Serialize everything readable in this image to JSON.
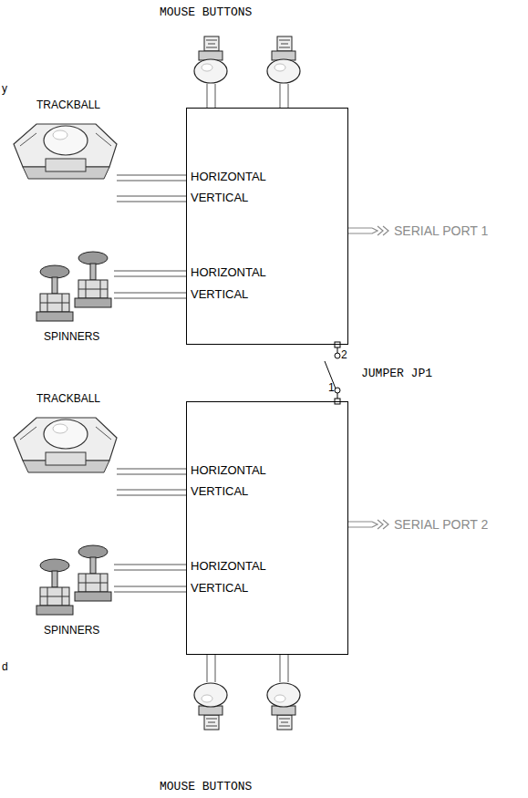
{
  "diagram": {
    "nodes": [
      {
        "text": [
          "HORIZONTAL",
          "VERTICAL",
          "HORIZONTAL",
          "VERTICAL"
        ]
      },
      {
        "text": [
          "HORIZONTAL",
          "VERTICAL",
          "HORIZONTAL",
          "VERTICAL"
        ]
      }
    ],
    "edges": [
      {
        "from": 0,
        "to": 1,
        "arrow": "none"
      }
    ],
    "labels": [
      "MOUSE BUTTONS",
      "TRACKBALL",
      "SPINNERS",
      "TRACKBALL",
      "SPINNERS",
      "MOUSE BUTTONS",
      "SERIAL PORT 1",
      "SERIAL PORT 2",
      "JUMPER JP1",
      "2",
      "1",
      "y",
      "d"
    ]
  }
}
